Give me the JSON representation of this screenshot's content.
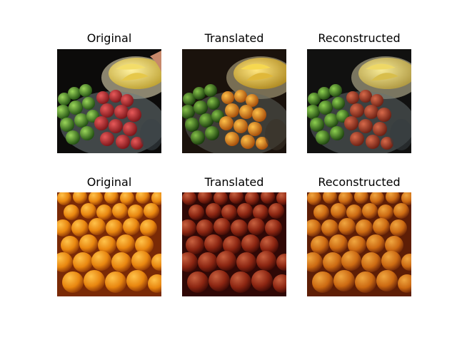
{
  "rows": [
    {
      "panels": [
        {
          "title": "Original",
          "scene": "fruit-bowls-original"
        },
        {
          "title": "Translated",
          "scene": "fruit-bowls-translated"
        },
        {
          "title": "Reconstructed",
          "scene": "fruit-bowls-reconstructed"
        }
      ]
    },
    {
      "panels": [
        {
          "title": "Original",
          "scene": "oranges-original"
        },
        {
          "title": "Translated",
          "scene": "oranges-translated"
        },
        {
          "title": "Reconstructed",
          "scene": "oranges-reconstructed"
        }
      ]
    }
  ],
  "colors": {
    "background": "#ffffff",
    "apple_red": "#b8242a",
    "apple_green": "#4f9a28",
    "banana_yellow": "#e8d25a",
    "orange": "#e8860f",
    "translated_apple": "#e48a1a",
    "translated_orange": "#9a2a14"
  }
}
